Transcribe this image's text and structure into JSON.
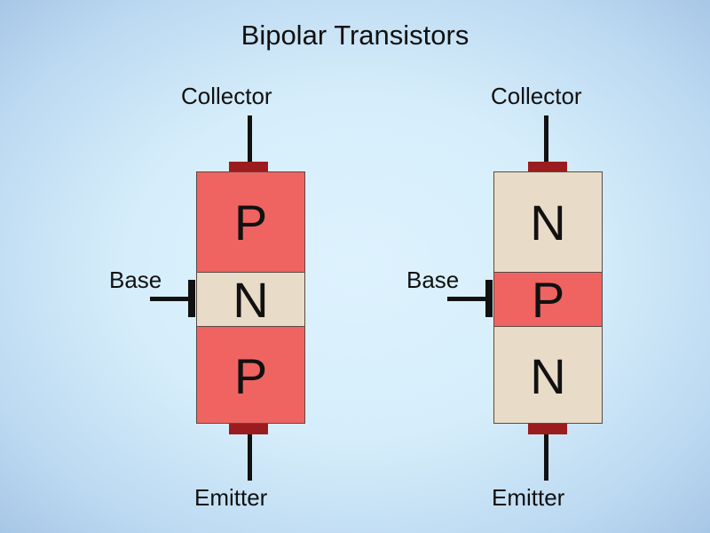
{
  "title": "Bipolar Transistors",
  "colors": {
    "p_region": "#ef6461",
    "n_region": "#e8dcc8",
    "contact": "#9b1c1f",
    "lead": "#111111"
  },
  "transistors": [
    {
      "collector_label": "Collector",
      "base_label": "Base",
      "emitter_label": "Emitter",
      "layers": [
        {
          "letter": "P",
          "type": "p"
        },
        {
          "letter": "N",
          "type": "n"
        },
        {
          "letter": "P",
          "type": "p"
        }
      ]
    },
    {
      "collector_label": "Collector",
      "base_label": "Base",
      "emitter_label": "Emitter",
      "layers": [
        {
          "letter": "N",
          "type": "n"
        },
        {
          "letter": "P",
          "type": "p"
        },
        {
          "letter": "N",
          "type": "n"
        }
      ]
    }
  ]
}
